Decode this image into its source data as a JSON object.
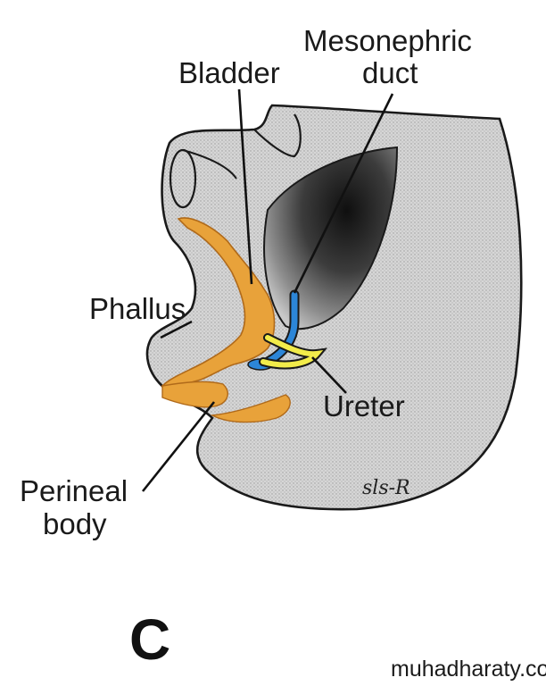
{
  "labels": {
    "mesonephric_line1": "Mesonephric",
    "mesonephric_line2": "duct",
    "bladder": "Bladder",
    "phallus": "Phallus",
    "ureter": "Ureter",
    "perineal_line1": "Perineal",
    "perineal_line2": "body"
  },
  "signature": "sls-R",
  "panel_letter": "C",
  "watermark": "muhadharaty.com",
  "colors": {
    "tissue": "#cfcfcf",
    "outline": "#1a1a1a",
    "orange": "#e8a23a",
    "blue": "#2c86d8",
    "yellow": "#f2ec4a",
    "dark_shade": "#3a3a3a"
  }
}
